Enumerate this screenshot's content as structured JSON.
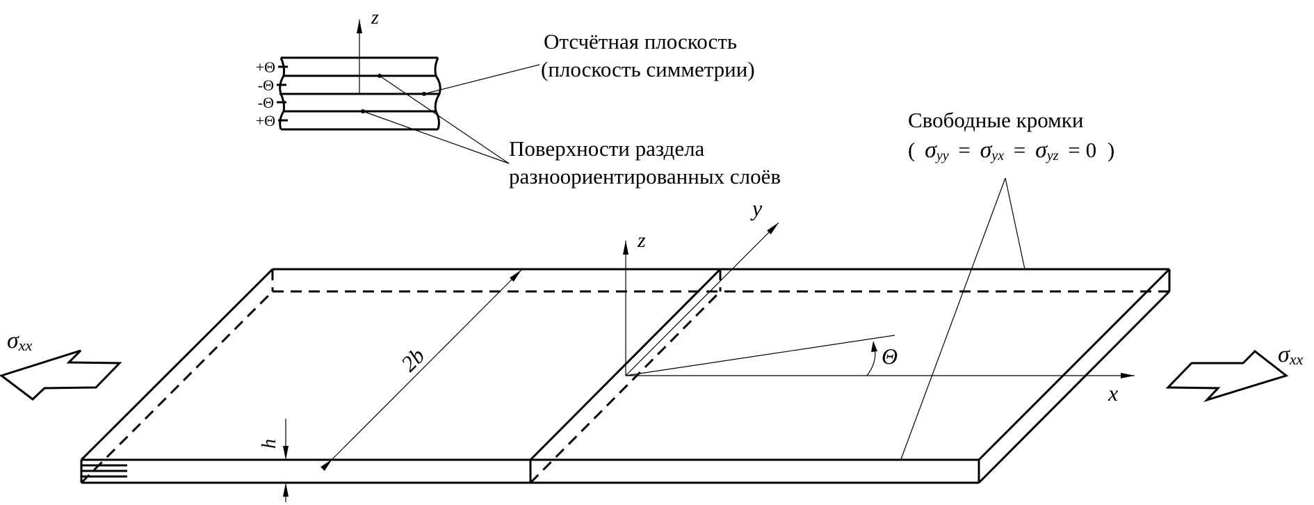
{
  "title": "Free-edge laminated plate under uniaxial tension",
  "callouts": {
    "reference_plane_line1": "Отсчётная плоскость",
    "reference_plane_line2": "(плоскость симметрии)",
    "interfaces_line1": "Поверхности раздела",
    "interfaces_line2": "разноориентированных слоёв",
    "free_edges_line1": "Свободные кромки",
    "free_edges_condition": {
      "open": "(",
      "s1": "σ",
      "s1_sub": "yy",
      "eq1": "=",
      "s2": "σ",
      "s2_sub": "yx",
      "eq2": "=",
      "s3": "σ",
      "s3_sub": "yz",
      "eq3": "= 0",
      "close": ")"
    }
  },
  "inset": {
    "axis_label": "z",
    "layers": [
      "+Θ",
      "-Θ",
      "-Θ",
      "+Θ"
    ]
  },
  "axes": {
    "x": "x",
    "y": "y",
    "z": "z",
    "theta": "Θ"
  },
  "dimensions": {
    "width": "2b",
    "thickness": "h"
  },
  "loads": {
    "left": {
      "sym": "σ",
      "sub": "xx"
    },
    "right": {
      "sym": "σ",
      "sub": "xx"
    }
  }
}
